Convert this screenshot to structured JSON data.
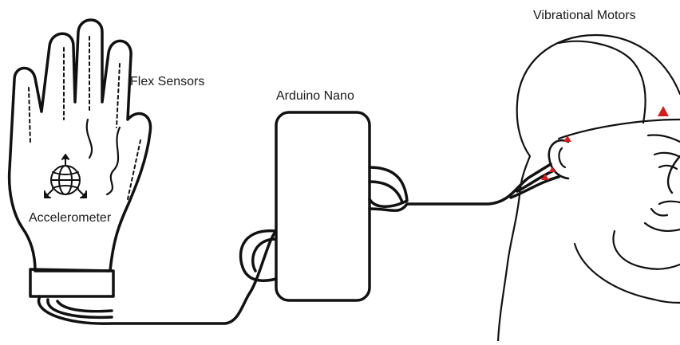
{
  "labels": {
    "flex_sensors": "Flex Sensors",
    "arduino_nano": "Arduino Nano",
    "vibrational_motors": "Vibrational Motors",
    "accelerometer": "Accelerometer"
  },
  "colors": {
    "line": "#111111",
    "motor": "#d81b1b",
    "background": "#ffffff"
  }
}
